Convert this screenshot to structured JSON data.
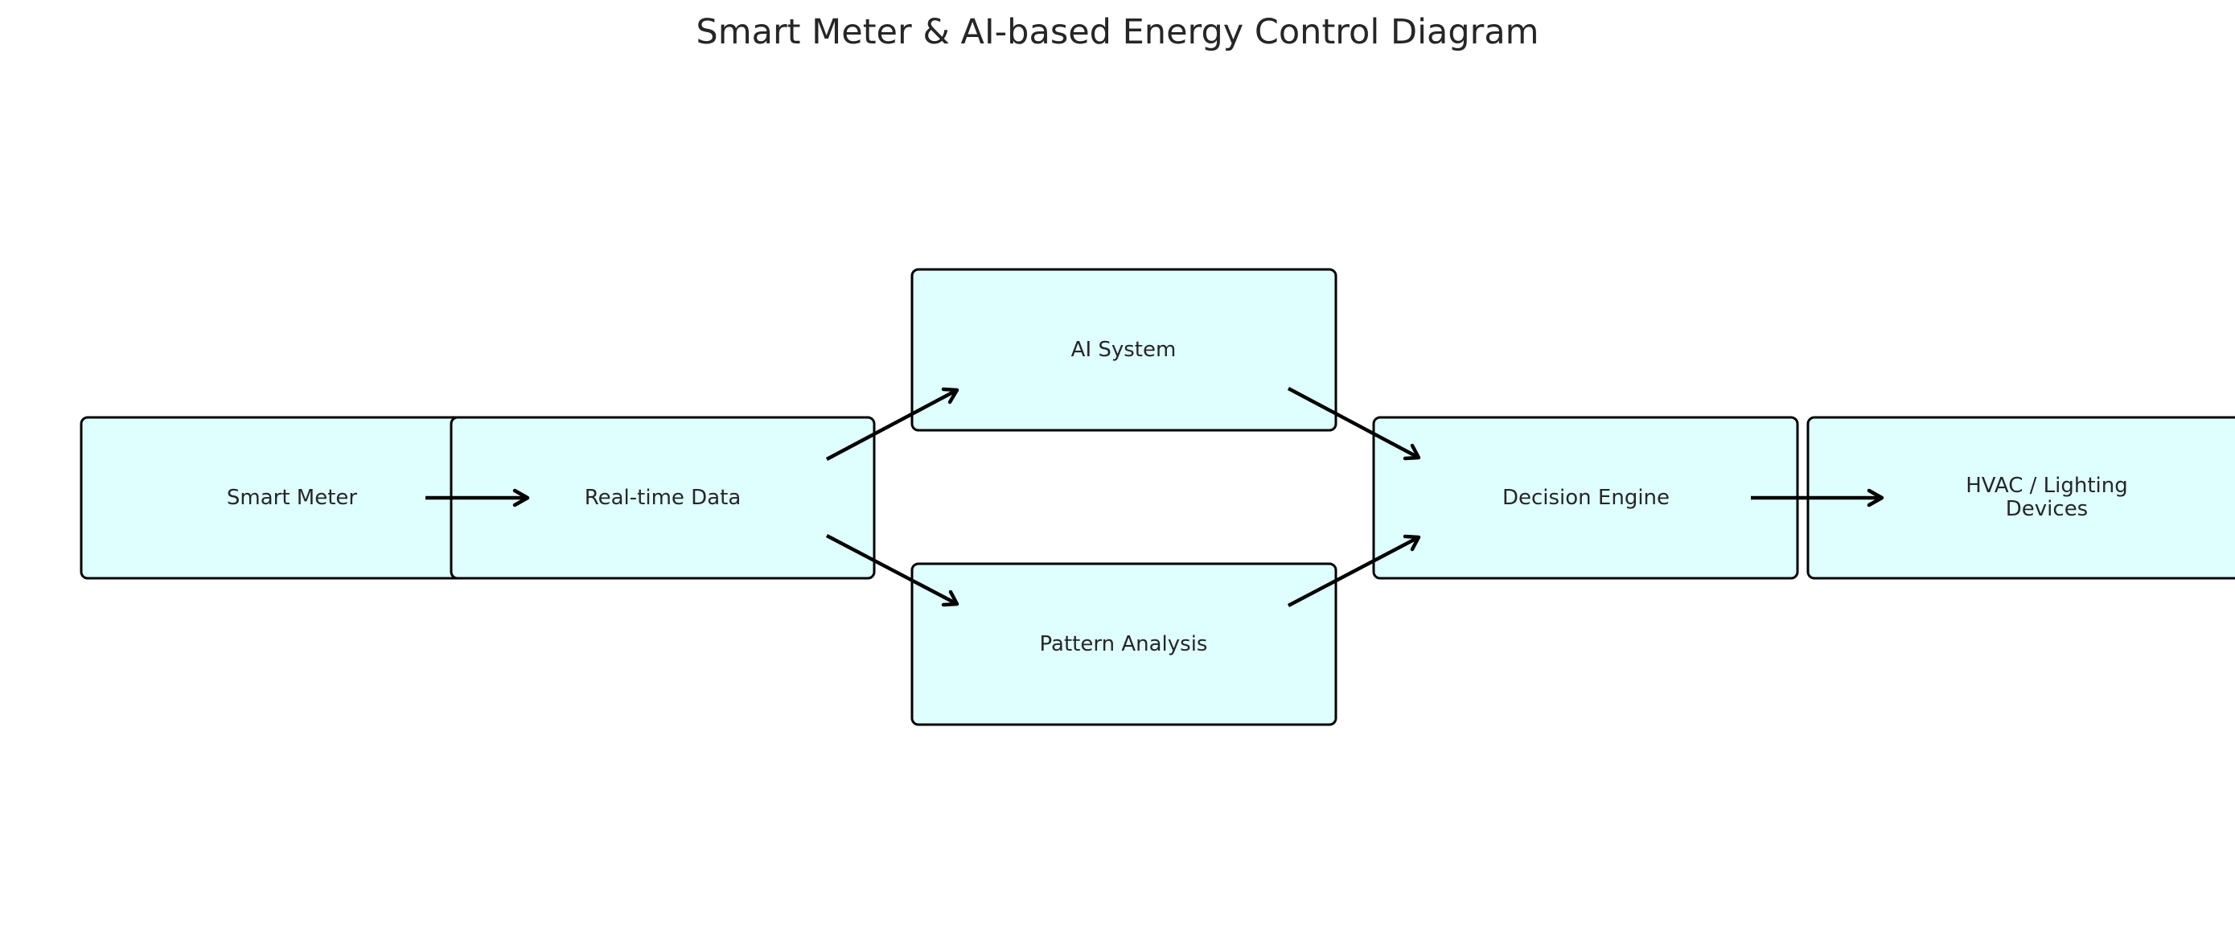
{
  "title": "Smart Meter & AI-based Energy Control Diagram",
  "nodes": {
    "smart_meter": {
      "label": "Smart Meter"
    },
    "realtime_data": {
      "label": "Real-time Data"
    },
    "ai_system": {
      "label": "AI System"
    },
    "pattern_analysis": {
      "label": "Pattern Analysis"
    },
    "decision_engine": {
      "label": "Decision Engine"
    },
    "devices": {
      "label_line1": "HVAC / Lighting",
      "label_line2": "Devices"
    }
  },
  "edges": [
    {
      "from": "smart_meter",
      "to": "realtime_data"
    },
    {
      "from": "realtime_data",
      "to": "ai_system"
    },
    {
      "from": "realtime_data",
      "to": "pattern_analysis"
    },
    {
      "from": "ai_system",
      "to": "decision_engine"
    },
    {
      "from": "pattern_analysis",
      "to": "decision_engine"
    },
    {
      "from": "decision_engine",
      "to": "devices"
    }
  ],
  "colors": {
    "box_fill": "#dfffff",
    "box_stroke": "#000000",
    "text": "#262626"
  }
}
